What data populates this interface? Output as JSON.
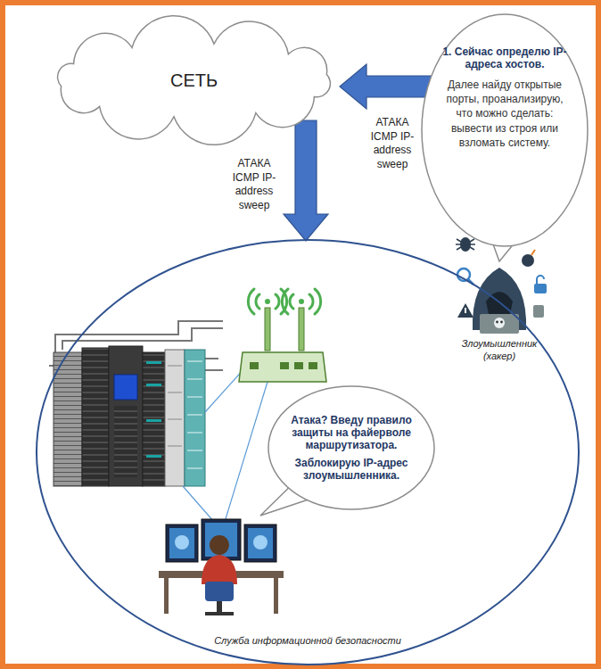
{
  "diagram": {
    "nodes": [
      {
        "text": [
          "СЕТЬ"
        ]
      },
      {
        "text": [
          "1. Сейчас определю IP-адреса хостов.",
          "Далее найду открытые порты, проанализирую, что можно сделать: вывести из строя или взломать систему."
        ]
      },
      {
        "text": [
          "Служба информационной безопасности"
        ]
      },
      {
        "text": [
          "Атака? Введу правило защиты на файерволе маршрутизатора.",
          "Заблокирую IP-адрес злоумышленника."
        ],
        "in": 2
      }
    ],
    "edges": [
      {
        "from": 1,
        "to": 0,
        "arrow": "to",
        "label": "АТАКА ICMP IP-address sweep"
      },
      {
        "from": 0,
        "to": 2,
        "arrow": "to",
        "label": "АТАКА ICMP IP-address sweep"
      }
    ],
    "labels": [
      "Злоумышленник (хакер)"
    ]
  }
}
